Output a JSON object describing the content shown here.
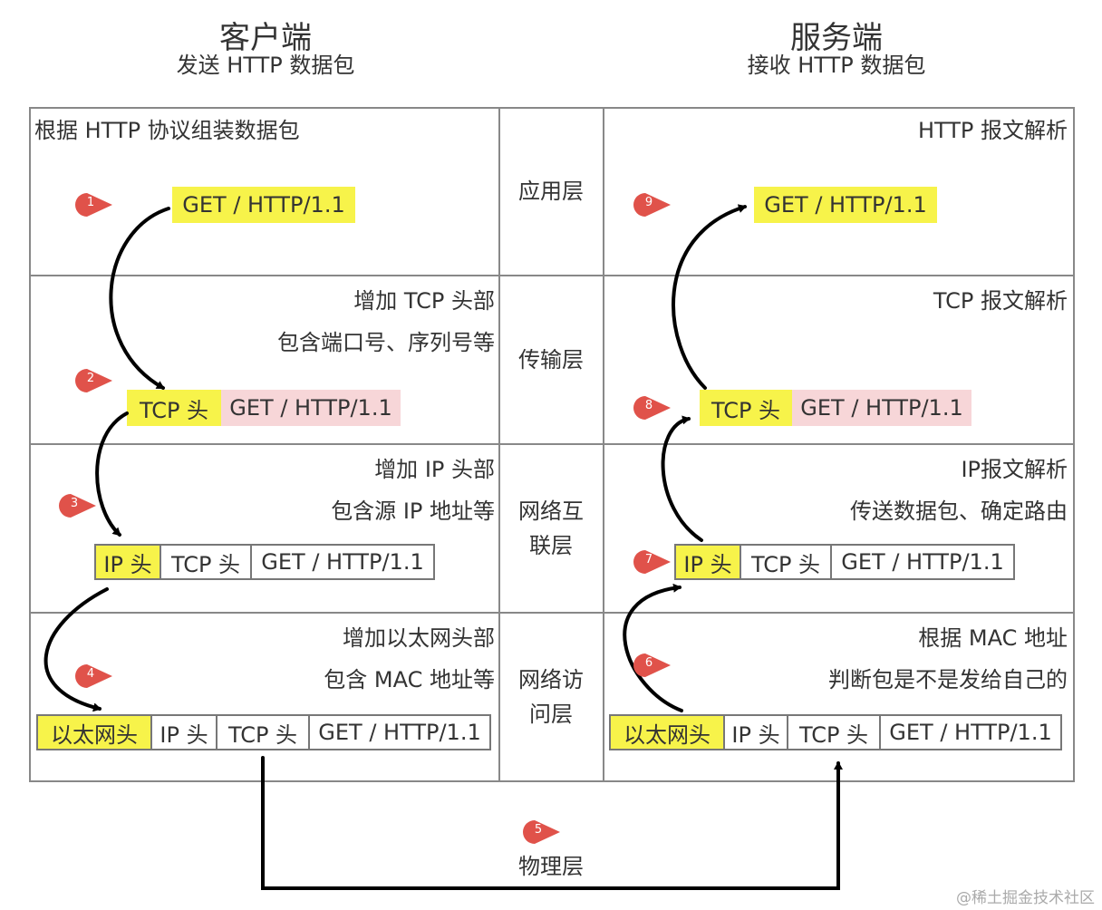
{
  "client": {
    "title": "客户端",
    "subtitle": "发送 HTTP 数据包"
  },
  "server": {
    "title": "服务端",
    "subtitle": "接收 HTTP 数据包"
  },
  "layers": {
    "application": "应用层",
    "transport": "传输层",
    "internet_1": "网络互",
    "internet_2": "联层",
    "access_1": "网络访",
    "access_2": "问层",
    "physical": "物理层"
  },
  "client_notes": {
    "app": "根据 HTTP 协议组装数据包",
    "tcp_1": "增加 TCP 头部",
    "tcp_2": "包含端口号、序列号等",
    "ip_1": "增加 IP 头部",
    "ip_2": "包含源 IP 地址等",
    "eth_1": "增加以太网头部",
    "eth_2": "包含 MAC 地址等"
  },
  "server_notes": {
    "app": "HTTP 报文解析",
    "tcp": "TCP 报文解析",
    "ip_1": "IP报文解析",
    "ip_2": "传送数据包、确定路由",
    "eth_1": "根据 MAC 地址",
    "eth_2": "判断包是不是发给自己的"
  },
  "segments": {
    "http": "GET / HTTP/1.1",
    "tcp": "TCP 头",
    "ip": "IP 头",
    "eth": "以太网头"
  },
  "steps": [
    "1",
    "2",
    "3",
    "4",
    "5",
    "6",
    "7",
    "8",
    "9"
  ],
  "colors": {
    "highlight": "#f7f34a",
    "payload": "#f7d6d8",
    "marker": "#e0524a",
    "border": "#888888"
  },
  "watermark": "@稀土掘金技术社区"
}
